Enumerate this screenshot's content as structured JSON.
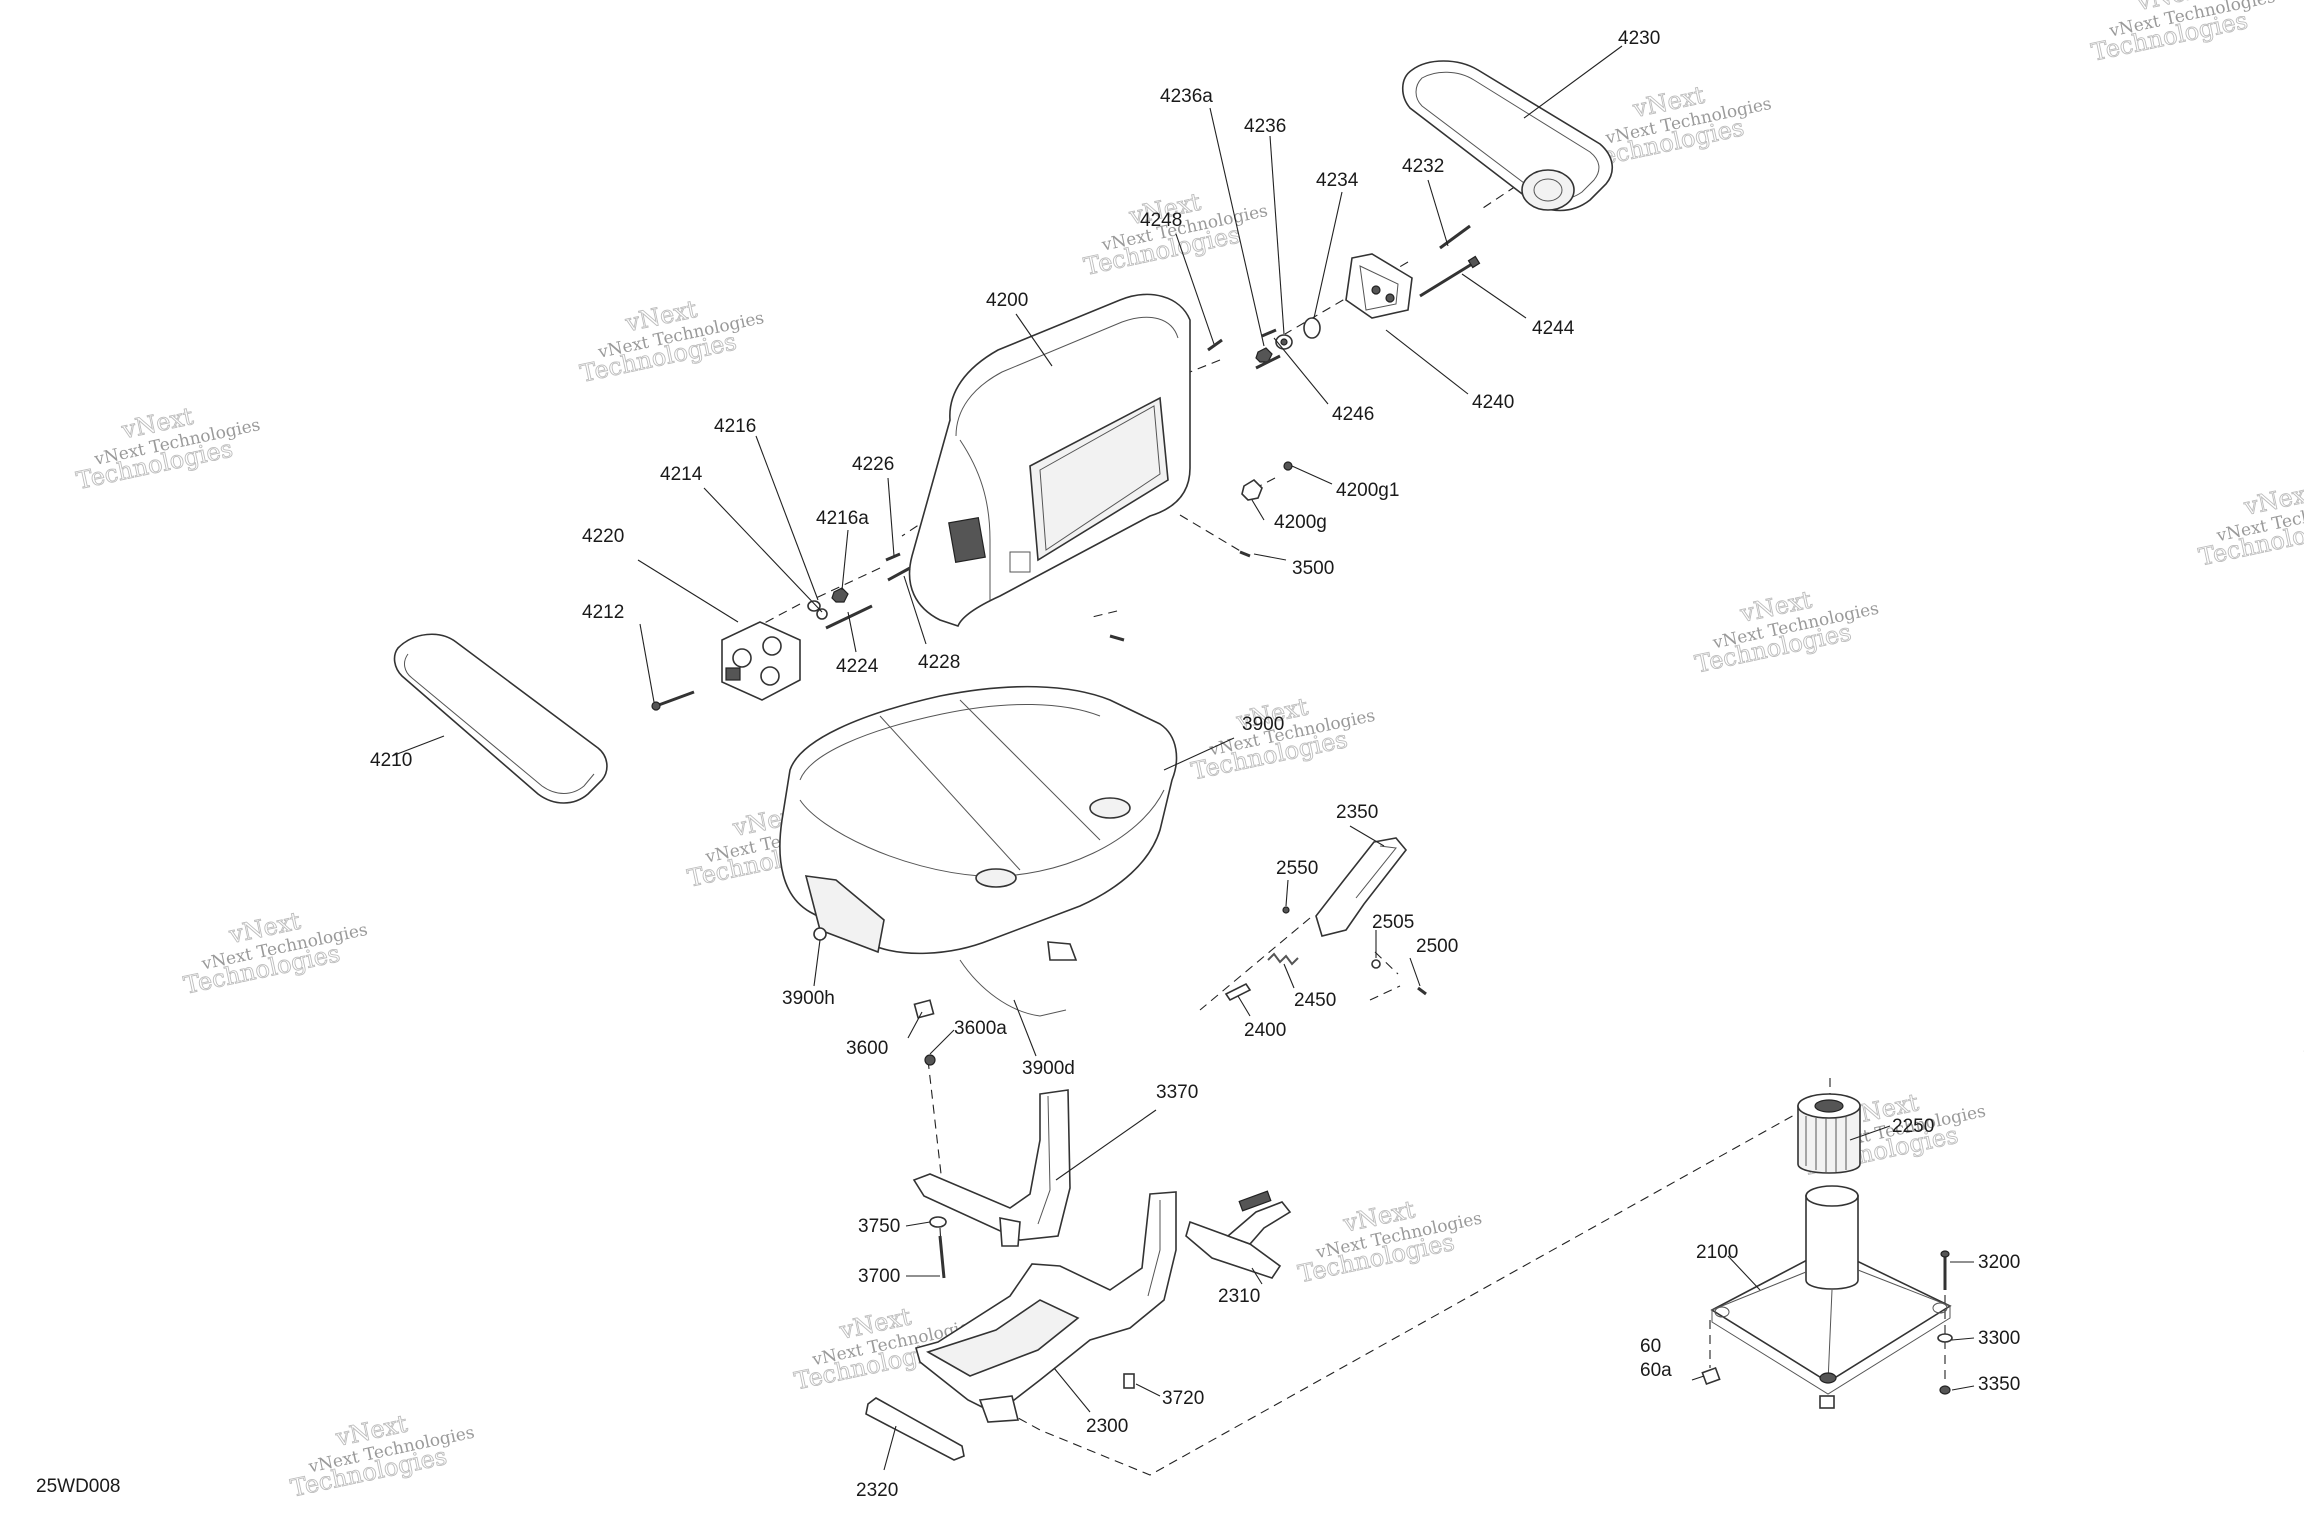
{
  "diagram_code": "25WD008",
  "watermark": {
    "line1": "vNext",
    "line2": "Technologies",
    "small": "vNext Technologies"
  },
  "callouts": [
    {
      "id": "4230",
      "label": "4230"
    },
    {
      "id": "4236a",
      "label": "4236a"
    },
    {
      "id": "4236",
      "label": "4236"
    },
    {
      "id": "4234",
      "label": "4234"
    },
    {
      "id": "4232",
      "label": "4232"
    },
    {
      "id": "4248",
      "label": "4248"
    },
    {
      "id": "4244",
      "label": "4244"
    },
    {
      "id": "4200",
      "label": "4200"
    },
    {
      "id": "4240",
      "label": "4240"
    },
    {
      "id": "4246",
      "label": "4246"
    },
    {
      "id": "4216",
      "label": "4216"
    },
    {
      "id": "4226",
      "label": "4226"
    },
    {
      "id": "4214",
      "label": "4214"
    },
    {
      "id": "4216a",
      "label": "4216a"
    },
    {
      "id": "4200g1",
      "label": "4200g1"
    },
    {
      "id": "4220",
      "label": "4220"
    },
    {
      "id": "4200g",
      "label": "4200g"
    },
    {
      "id": "3500",
      "label": "3500"
    },
    {
      "id": "4212",
      "label": "4212"
    },
    {
      "id": "4224",
      "label": "4224"
    },
    {
      "id": "4228",
      "label": "4228"
    },
    {
      "id": "4210",
      "label": "4210"
    },
    {
      "id": "3900",
      "label": "3900"
    },
    {
      "id": "2350",
      "label": "2350"
    },
    {
      "id": "2550",
      "label": "2550"
    },
    {
      "id": "2505",
      "label": "2505"
    },
    {
      "id": "2500",
      "label": "2500"
    },
    {
      "id": "2450",
      "label": "2450"
    },
    {
      "id": "3900h",
      "label": "3900h"
    },
    {
      "id": "2400",
      "label": "2400"
    },
    {
      "id": "3600a",
      "label": "3600a"
    },
    {
      "id": "3600",
      "label": "3600"
    },
    {
      "id": "3900d",
      "label": "3900d"
    },
    {
      "id": "3370",
      "label": "3370"
    },
    {
      "id": "2250",
      "label": "2250"
    },
    {
      "id": "3750",
      "label": "3750"
    },
    {
      "id": "2100",
      "label": "2100"
    },
    {
      "id": "3200",
      "label": "3200"
    },
    {
      "id": "3700",
      "label": "3700"
    },
    {
      "id": "2310",
      "label": "2310"
    },
    {
      "id": "3300",
      "label": "3300"
    },
    {
      "id": "60",
      "label": "60"
    },
    {
      "id": "60a",
      "label": "60a"
    },
    {
      "id": "3350",
      "label": "3350"
    },
    {
      "id": "3720",
      "label": "3720"
    },
    {
      "id": "2300",
      "label": "2300"
    },
    {
      "id": "2320",
      "label": "2320"
    }
  ]
}
